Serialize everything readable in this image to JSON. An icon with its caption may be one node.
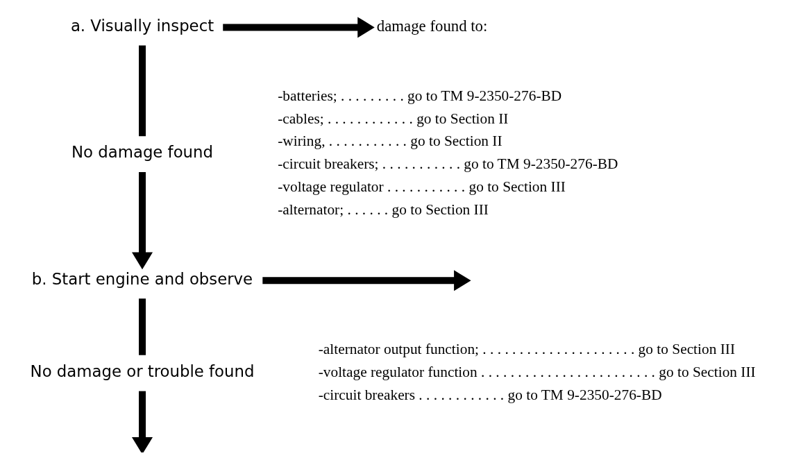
{
  "diagram": {
    "nodes": [
      {
        "text": [
          "a. Visually inspect"
        ]
      },
      {
        "text": [
          "damage found to:"
        ]
      },
      {
        "text": [
          "No damage found"
        ]
      },
      {
        "text": [
          "b. Start engine and observe"
        ]
      },
      {
        "text": [
          "No damage or trouble found"
        ]
      }
    ],
    "edges": [
      {
        "from": 0,
        "to": 1,
        "arrow": "to"
      },
      {
        "from": 0,
        "to": 2,
        "arrow": "none"
      },
      {
        "from": 2,
        "to": 3,
        "arrow": "to"
      },
      {
        "from": 3,
        "to": null,
        "arrow": "to"
      },
      {
        "from": 3,
        "to": 4,
        "arrow": "none"
      },
      {
        "from": 4,
        "to": null,
        "arrow": "to"
      }
    ],
    "labels": [
      "-batteries; . . . . . . . . . go to TM 9-2350-276-BD",
      "-cables; . . . . . . . . . . . . go to Section II",
      "-wiring, . . . . . . . . . . . go to Section II",
      "-circuit breakers; . . . . . . . . . . . go to TM 9-2350-276-BD",
      "-voltage regulator . . . . . . . . . . . go to Section III",
      "-alternator; . . . . . . go to Section III",
      "-alternator output function; . . . . . . . . . . . . . . . . . . . . . go to Section III",
      "-voltage regulator function . . . . . . . . . . . . . . . . . . . . . . . . go to Section III",
      "-circuit breakers . . . . . . . . . . . . go to TM 9-2350-276-BD"
    ]
  }
}
